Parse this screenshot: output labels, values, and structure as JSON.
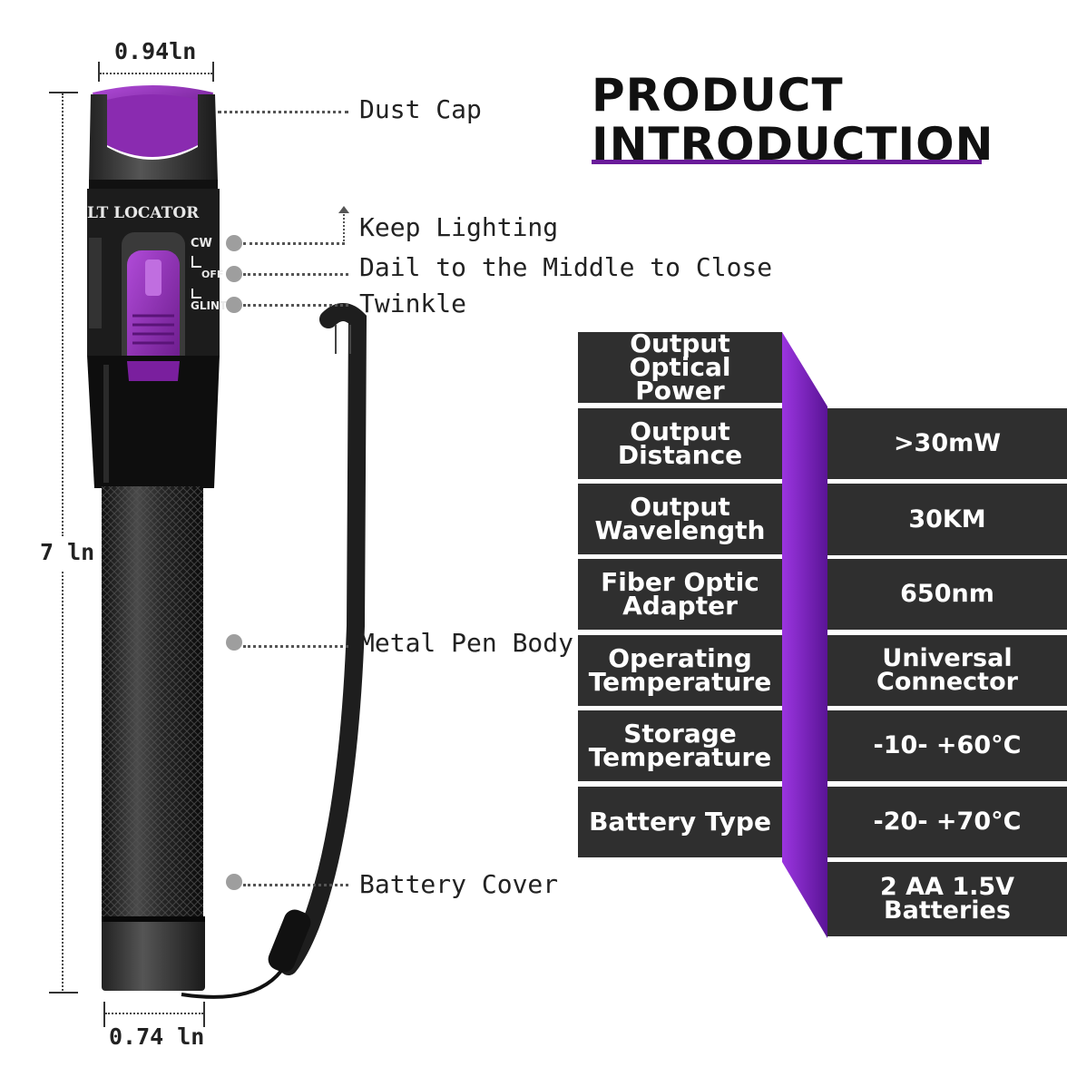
{
  "title": {
    "line1": "PRODUCT",
    "line2": "INTRODUCTION"
  },
  "dimensions": {
    "top_width": "0.94ln",
    "height": "7 ln",
    "bottom_width": "0.74 ln"
  },
  "pen": {
    "brand_text": "LT LOCATOR",
    "switch_labels": {
      "cw": "CW",
      "off": "OFF",
      "glint": "GLINT"
    }
  },
  "callouts": {
    "dust_cap": "Dust Cap",
    "keep_lighting": "Keep Lighting",
    "dial_middle": "Dail to the Middle to Close",
    "twinkle": "Twinkle",
    "metal_body": "Metal Pen Body",
    "battery_cover": "Battery Cover"
  },
  "specs": {
    "labels": [
      "Output Optical Power",
      "Output Distance",
      "Output Wavelength",
      "Fiber Optic Adapter",
      "Operating Temperature",
      "Storage Temperature",
      "Battery Type"
    ],
    "values": [
      ">30mW",
      "30KM",
      "650nm",
      "Universal Connector",
      "-10- +60°C",
      "-20- +70°C",
      "2 AA 1.5V Batteries"
    ]
  },
  "colors": {
    "accent": "#8e2bd6",
    "accent_dark": "#4a0f7a",
    "cell": "#2f2f2f"
  }
}
